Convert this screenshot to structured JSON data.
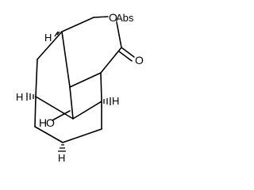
{
  "structure": {
    "atoms": {
      "ring_oxygen": "O",
      "carbonyl_oxygen": "O",
      "hydroxyl_oxygen": "O",
      "hydroxyl_hydrogen": "H"
    },
    "stereo_h": [
      "H",
      "H",
      "H",
      "H"
    ],
    "stereo_flag": "Abs"
  },
  "colors": {
    "line": "#000000",
    "background": "#ffffff"
  }
}
